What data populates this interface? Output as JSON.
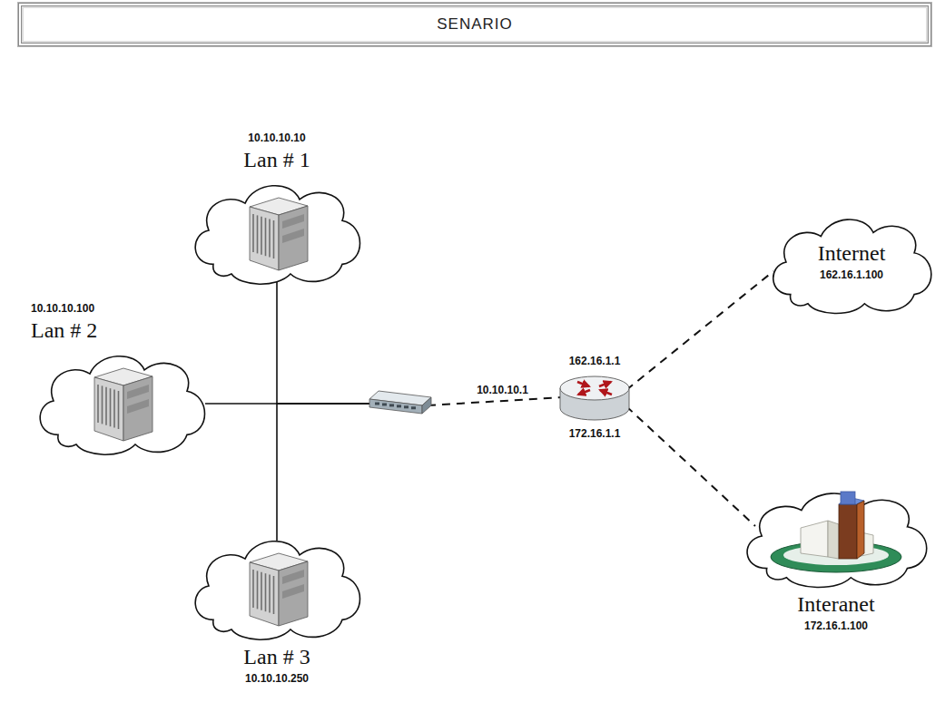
{
  "diagram": {
    "title": "SENARIO",
    "nodes": [
      {
        "text": [
          "10.10.10.10",
          "Lan # 1"
        ]
      },
      {
        "text": [
          "10.10.10.100",
          "Lan # 2"
        ]
      },
      {
        "text": [
          "Lan # 3",
          "10.10.10.250"
        ]
      },
      {
        "text": []
      },
      {
        "text": [
          "162.16.1.1",
          "172.16.1.1"
        ]
      },
      {
        "text": [
          "Internet",
          "162.16.1.100"
        ]
      },
      {
        "text": [
          "Interanet",
          "172.16.1.100"
        ]
      }
    ],
    "edges": [
      {
        "from": 0,
        "to": 3,
        "arrow": "none"
      },
      {
        "from": 1,
        "to": 3,
        "arrow": "none"
      },
      {
        "from": 2,
        "to": 3,
        "arrow": "none"
      },
      {
        "from": 3,
        "to": 4,
        "label": "10.10.10.1",
        "arrow": "none"
      },
      {
        "from": 4,
        "to": 5,
        "arrow": "none"
      },
      {
        "from": 4,
        "to": 6,
        "arrow": "none"
      }
    ]
  }
}
